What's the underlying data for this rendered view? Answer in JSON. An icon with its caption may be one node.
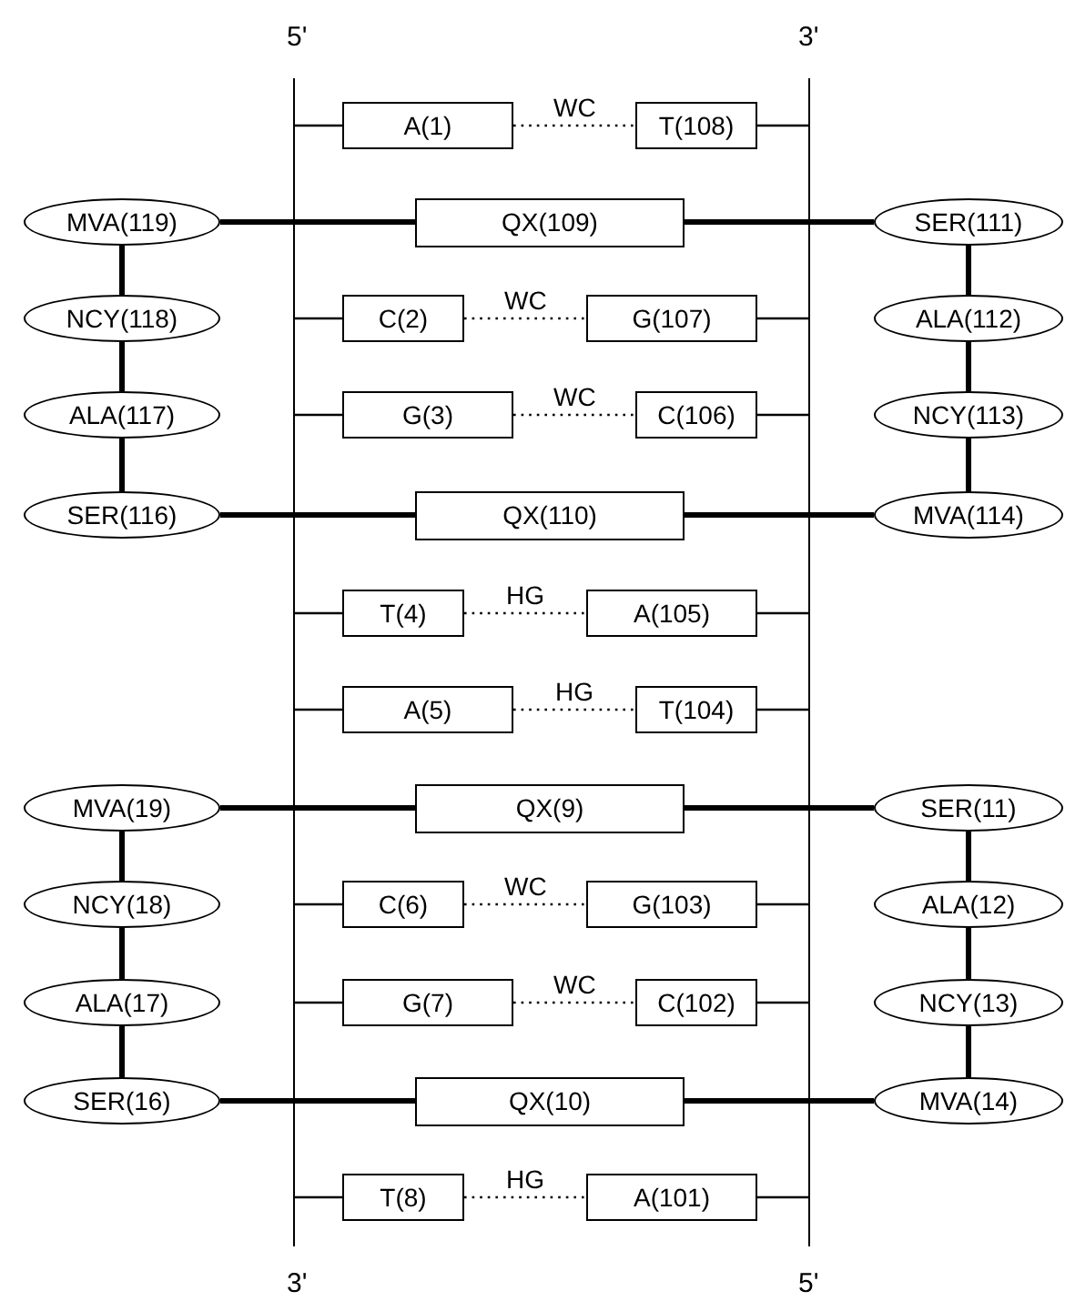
{
  "diagram": {
    "nodes": [
      {
        "text": [],
        "shape": "bar"
      },
      {
        "text": [],
        "shape": "bar"
      },
      {
        "text": [
          "A(1)"
        ]
      },
      {
        "text": [
          "T(108)"
        ]
      },
      {
        "text": [
          "MVA(119)"
        ]
      },
      {
        "text": [
          "QX(109)"
        ]
      },
      {
        "text": [
          "SER(111)"
        ]
      },
      {
        "text": [
          "NCY(118)"
        ]
      },
      {
        "text": [
          "C(2)"
        ]
      },
      {
        "text": [
          "G(107)"
        ]
      },
      {
        "text": [
          "ALA(112)"
        ]
      },
      {
        "text": [
          "ALA(117)"
        ]
      },
      {
        "text": [
          "G(3)"
        ]
      },
      {
        "text": [
          "C(106)"
        ]
      },
      {
        "text": [
          "NCY(113)"
        ]
      },
      {
        "text": [
          "SER(116)"
        ]
      },
      {
        "text": [
          "QX(110)"
        ]
      },
      {
        "text": [
          "MVA(114)"
        ]
      },
      {
        "text": [
          "T(4)"
        ]
      },
      {
        "text": [
          "A(105)"
        ]
      },
      {
        "text": [
          "A(5)"
        ]
      },
      {
        "text": [
          "T(104)"
        ]
      },
      {
        "text": [
          "MVA(19)"
        ]
      },
      {
        "text": [
          "QX(9)"
        ]
      },
      {
        "text": [
          "SER(11)"
        ]
      },
      {
        "text": [
          "NCY(18)"
        ]
      },
      {
        "text": [
          "C(6)"
        ]
      },
      {
        "text": [
          "G(103)"
        ]
      },
      {
        "text": [
          "ALA(12)"
        ]
      },
      {
        "text": [
          "ALA(17)"
        ]
      },
      {
        "text": [
          "G(7)"
        ]
      },
      {
        "text": [
          "C(102)"
        ]
      },
      {
        "text": [
          "NCY(13)"
        ]
      },
      {
        "text": [
          "SER(16)"
        ]
      },
      {
        "text": [
          "QX(10)"
        ]
      },
      {
        "text": [
          "MVA(14)"
        ]
      },
      {
        "text": [
          "T(8)"
        ]
      },
      {
        "text": [
          "A(101)"
        ]
      }
    ],
    "edges": [
      {
        "from": 0,
        "to": 2,
        "arrow": "none"
      },
      {
        "from": 2,
        "to": 3,
        "arrow": "none",
        "label": "WC",
        "style": "dashed"
      },
      {
        "from": 1,
        "to": 3,
        "arrow": "none"
      },
      {
        "from": 4,
        "to": 5,
        "arrow": "none",
        "style": "thick"
      },
      {
        "from": 5,
        "to": 6,
        "arrow": "none",
        "style": "thick"
      },
      {
        "from": 4,
        "to": 7,
        "arrow": "none",
        "style": "thick"
      },
      {
        "from": 6,
        "to": 10,
        "arrow": "none",
        "style": "thick"
      },
      {
        "from": 0,
        "to": 8,
        "arrow": "none"
      },
      {
        "from": 8,
        "to": 9,
        "arrow": "none",
        "label": "WC",
        "style": "dashed"
      },
      {
        "from": 1,
        "to": 9,
        "arrow": "none"
      },
      {
        "from": 7,
        "to": 11,
        "arrow": "none",
        "style": "thick"
      },
      {
        "from": 10,
        "to": 14,
        "arrow": "none",
        "style": "thick"
      },
      {
        "from": 0,
        "to": 12,
        "arrow": "none"
      },
      {
        "from": 12,
        "to": 13,
        "arrow": "none",
        "label": "WC",
        "style": "dashed"
      },
      {
        "from": 1,
        "to": 13,
        "arrow": "none"
      },
      {
        "from": 11,
        "to": 15,
        "arrow": "none",
        "style": "thick"
      },
      {
        "from": 14,
        "to": 17,
        "arrow": "none",
        "style": "thick"
      },
      {
        "from": 15,
        "to": 16,
        "arrow": "none",
        "style": "thick"
      },
      {
        "from": 16,
        "to": 17,
        "arrow": "none",
        "style": "thick"
      },
      {
        "from": 0,
        "to": 18,
        "arrow": "none"
      },
      {
        "from": 18,
        "to": 19,
        "arrow": "none",
        "label": "HG",
        "style": "dashed"
      },
      {
        "from": 1,
        "to": 19,
        "arrow": "none"
      },
      {
        "from": 0,
        "to": 20,
        "arrow": "none"
      },
      {
        "from": 20,
        "to": 21,
        "arrow": "none",
        "label": "HG",
        "style": "dashed"
      },
      {
        "from": 1,
        "to": 21,
        "arrow": "none"
      },
      {
        "from": 22,
        "to": 23,
        "arrow": "none",
        "style": "thick"
      },
      {
        "from": 23,
        "to": 24,
        "arrow": "none",
        "style": "thick"
      },
      {
        "from": 22,
        "to": 25,
        "arrow": "none",
        "style": "thick"
      },
      {
        "from": 24,
        "to": 28,
        "arrow": "none",
        "style": "thick"
      },
      {
        "from": 0,
        "to": 26,
        "arrow": "none"
      },
      {
        "from": 26,
        "to": 27,
        "arrow": "none",
        "label": "WC",
        "style": "dashed"
      },
      {
        "from": 1,
        "to": 27,
        "arrow": "none"
      },
      {
        "from": 25,
        "to": 29,
        "arrow": "none",
        "style": "thick"
      },
      {
        "from": 28,
        "to": 32,
        "arrow": "none",
        "style": "thick"
      },
      {
        "from": 0,
        "to": 30,
        "arrow": "none"
      },
      {
        "from": 30,
        "to": 31,
        "arrow": "none",
        "label": "WC",
        "style": "dashed"
      },
      {
        "from": 1,
        "to": 31,
        "arrow": "none"
      },
      {
        "from": 29,
        "to": 33,
        "arrow": "none",
        "style": "thick"
      },
      {
        "from": 32,
        "to": 35,
        "arrow": "none",
        "style": "thick"
      },
      {
        "from": 33,
        "to": 34,
        "arrow": "none",
        "style": "thick"
      },
      {
        "from": 34,
        "to": 35,
        "arrow": "none",
        "style": "thick"
      },
      {
        "from": 0,
        "to": 36,
        "arrow": "none"
      },
      {
        "from": 36,
        "to": 37,
        "arrow": "none",
        "label": "HG",
        "style": "dashed"
      },
      {
        "from": 1,
        "to": 37,
        "arrow": "none"
      }
    ],
    "labels": [
      "5'",
      "3'",
      "3'",
      "5'"
    ]
  }
}
